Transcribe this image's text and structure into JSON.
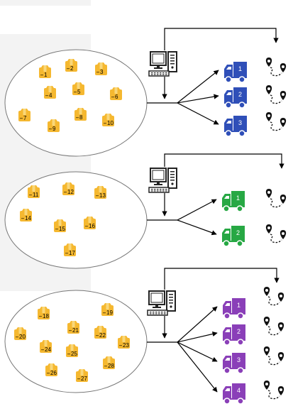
{
  "groups": [
    {
      "id": "group-1",
      "truck_color": "#2f4fb8",
      "packages": [
        "1",
        "2",
        "3",
        "4",
        "5",
        "6",
        "7",
        "8",
        "9",
        "10"
      ],
      "trucks": [
        "1",
        "2",
        "3"
      ]
    },
    {
      "id": "group-2",
      "truck_color": "#27a844",
      "packages": [
        "11",
        "12",
        "13",
        "14",
        "15",
        "16",
        "17"
      ],
      "trucks": [
        "1",
        "2"
      ]
    },
    {
      "id": "group-3",
      "truck_color": "#8a3fb8",
      "packages": [
        "18",
        "19",
        "20",
        "21",
        "22",
        "23",
        "24",
        "25",
        "26",
        "27",
        "28"
      ],
      "trucks": [
        "1",
        "2",
        "3",
        "4"
      ]
    }
  ],
  "icons": {
    "package": "package-icon",
    "computer": "computer-icon",
    "truck": "delivery-truck-icon",
    "route": "route-pin-icon"
  },
  "colors": {
    "package_fill": "#f5b830",
    "package_tape": "#f9d77a",
    "ellipse_stroke": "#777777",
    "arrow": "#000000"
  }
}
